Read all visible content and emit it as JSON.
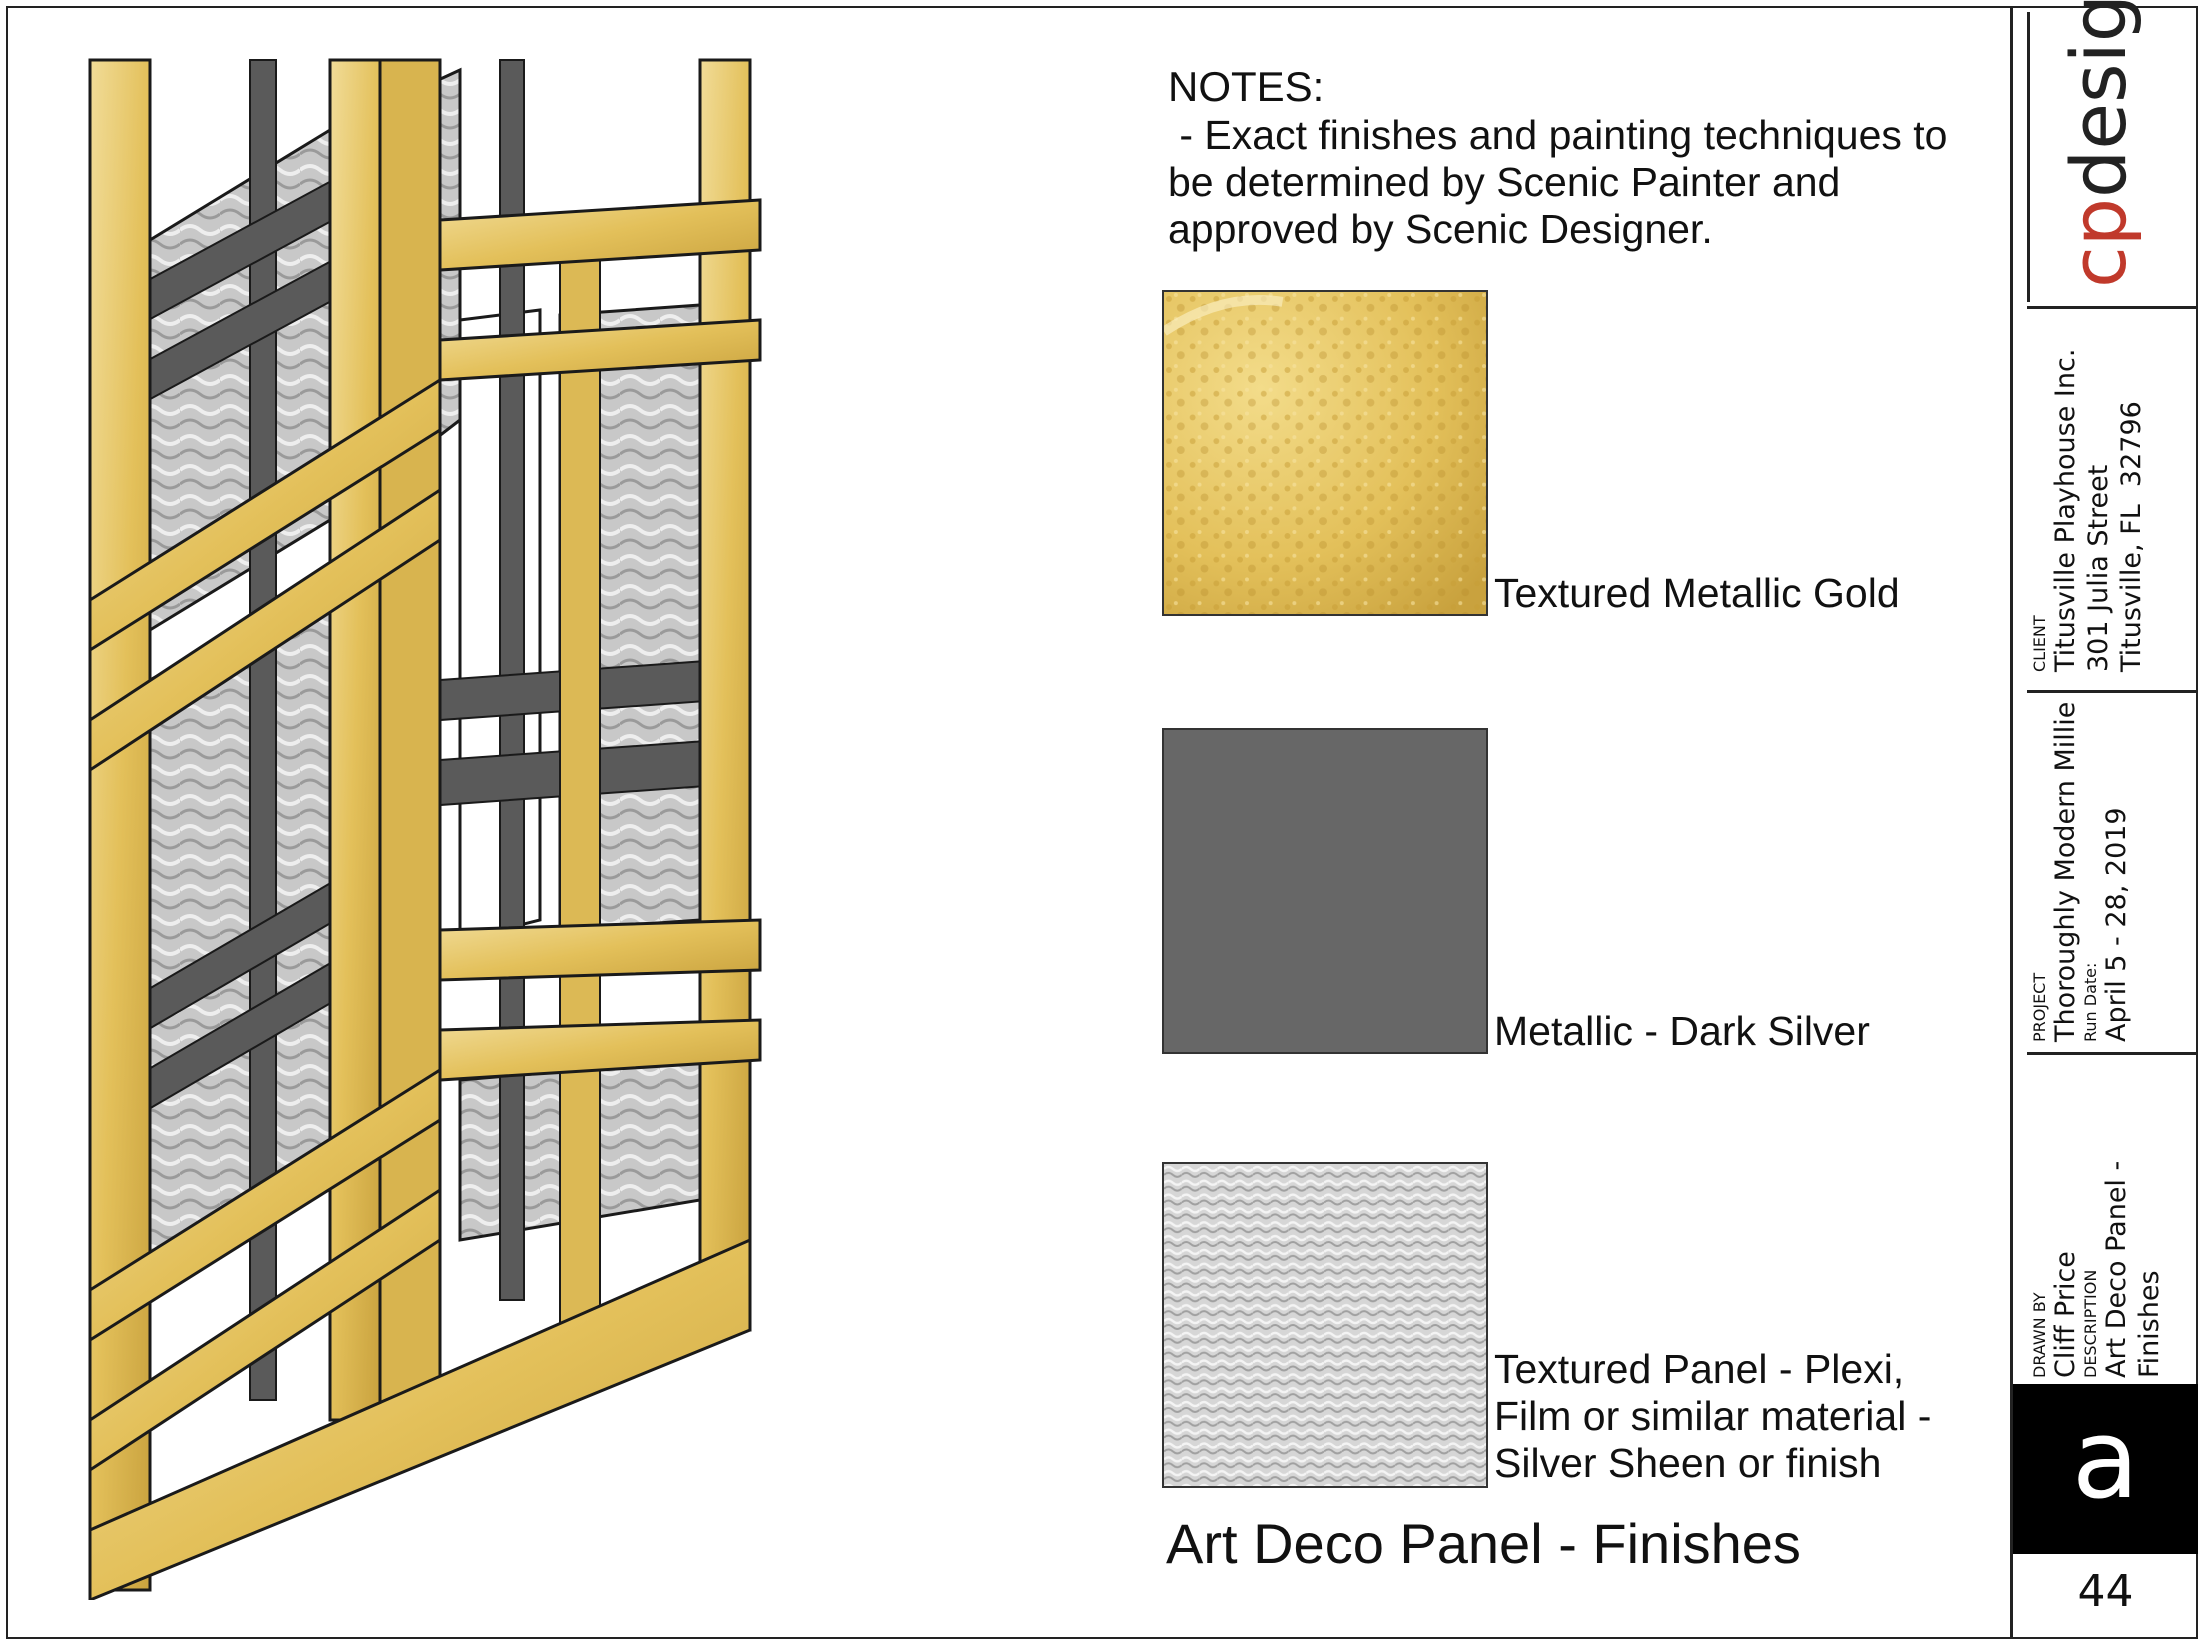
{
  "notes": {
    "title": "NOTES:",
    "lines": [
      " - Exact finishes and painting techniques to",
      "be determined by Scenic Painter and",
      "approved by Scenic Designer."
    ]
  },
  "swatches": [
    {
      "label_lines": [
        "Textured Metallic Gold"
      ],
      "color": "#e3c05a"
    },
    {
      "label_lines": [
        "Metallic - Dark Silver"
      ],
      "color": "#676767"
    },
    {
      "label_lines": [
        "Textured Panel - Plexi,",
        "Film or similar material -",
        "Silver Sheen or finish"
      ],
      "color": "#cfcfcf"
    }
  ],
  "sheet_title": "Art Deco Panel - Finishes",
  "title_block": {
    "logo": {
      "letters": "cp",
      "word": "design",
      "letters_color": "#c0392b",
      "word_color": "#222222"
    },
    "client": {
      "caption": "CLIENT",
      "lines": [
        "Titusville Playhouse Inc.",
        "301 Julia Street",
        "Titusville, FL  32796"
      ]
    },
    "project": {
      "caption": "PROJECT",
      "name": "Thoroughly Modern Millie",
      "run_caption": "Run Date:",
      "run_dates": "April 5 - 28, 2019"
    },
    "drawn_by": {
      "caption": "DRAWN BY",
      "name": "Cliff Price"
    },
    "description": {
      "caption": "DESCRIPTION",
      "lines": [
        "Art Deco Panel -",
        "Finishes"
      ]
    },
    "sheet_letter": "a",
    "page_number": "44"
  },
  "colors": {
    "gold": "#e3c05a",
    "gold_dark": "#c9a23e",
    "gold_light": "#f1dc98",
    "dark_silver": "#5a5a5a",
    "plexi": "#cfcfcf",
    "outline": "#1a1a1a"
  }
}
